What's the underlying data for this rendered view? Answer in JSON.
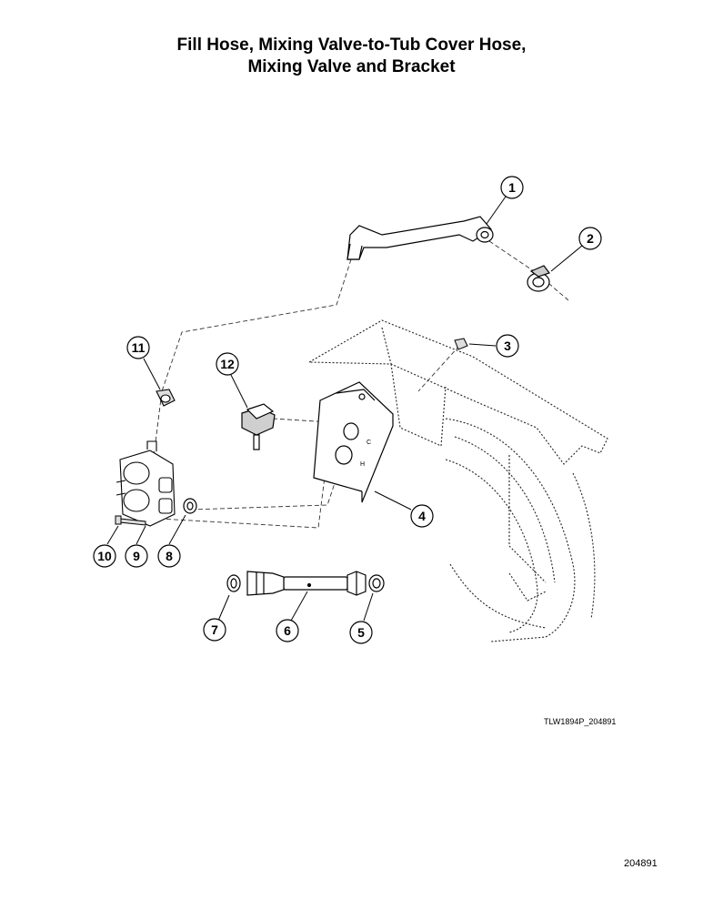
{
  "title": {
    "line1": "Fill Hose, Mixing Valve-to-Tub Cover Hose,",
    "line2": "Mixing Valve and Bracket"
  },
  "callouts": [
    "1",
    "2",
    "3",
    "4",
    "5",
    "6",
    "7",
    "8",
    "9",
    "10",
    "11",
    "12"
  ],
  "drawing_code": "TLW1894P_204891",
  "page_code": "204891",
  "panel_marks": {
    "cold": "C",
    "hot": "H"
  }
}
